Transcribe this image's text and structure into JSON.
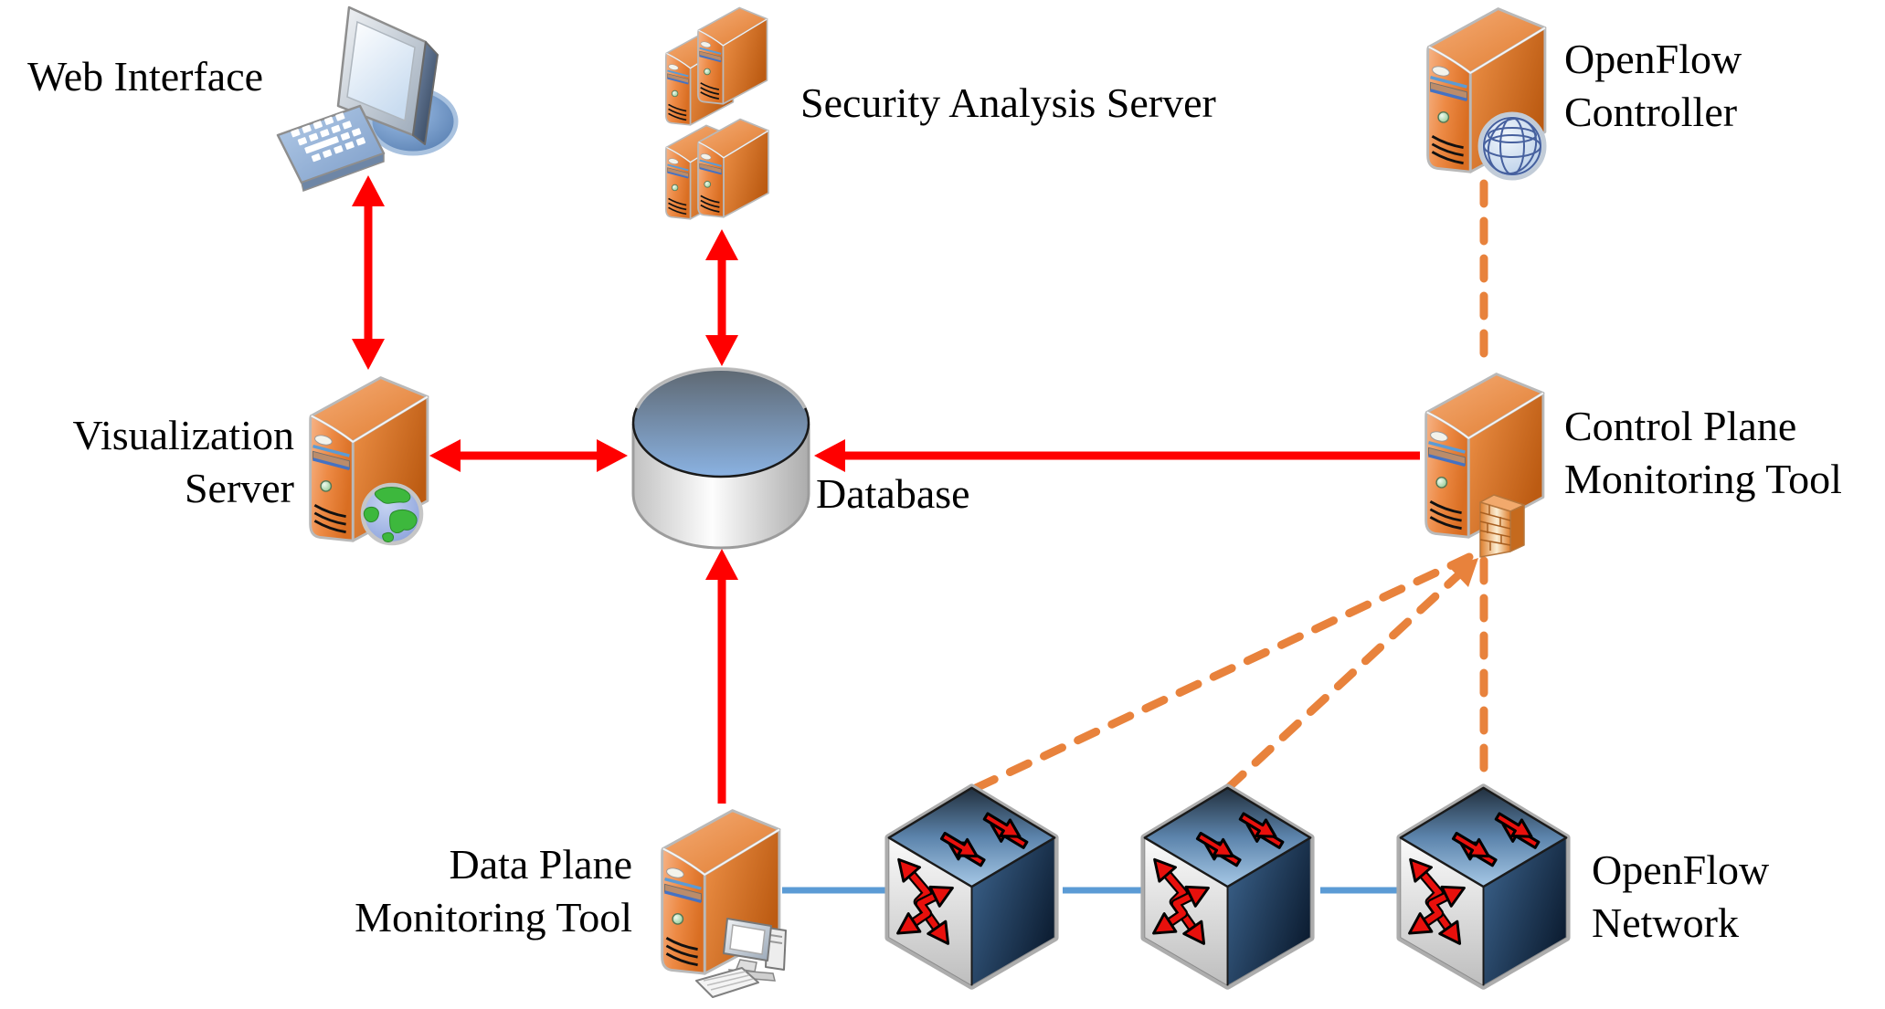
{
  "diagram": {
    "title_hint": "SDN security monitoring architecture diagram",
    "nodes": {
      "web_interface": {
        "label": "Web Interface",
        "icon": "desktop-computer-icon"
      },
      "security_analysis_server": {
        "label": "Security Analysis Server",
        "icon": "server-cluster-icon"
      },
      "openflow_controller": {
        "line1": "OpenFlow",
        "line2": "Controller",
        "icon": "server-globe-wireframe-icon"
      },
      "visualization_server": {
        "line1": "Visualization",
        "line2": "Server",
        "icon": "server-earth-globe-icon"
      },
      "database": {
        "label": "Database",
        "icon": "database-cylinder-icon"
      },
      "control_plane_monitoring_tool": {
        "line1": "Control Plane",
        "line2": "Monitoring Tool",
        "icon": "server-firewall-icon"
      },
      "data_plane_monitoring_tool": {
        "line1": "Data Plane",
        "line2": "Monitoring Tool",
        "icon": "server-workstation-icon"
      },
      "openflow_network": {
        "line1": "OpenFlow",
        "line2": "Network",
        "icon": "switch-cube-icon",
        "switch_count": 3
      }
    },
    "edges": [
      {
        "from": "web_interface",
        "to": "visualization_server",
        "style": "solid",
        "color": "red",
        "arrows": "both"
      },
      {
        "from": "security_analysis_server",
        "to": "database",
        "style": "solid",
        "color": "red",
        "arrows": "both"
      },
      {
        "from": "visualization_server",
        "to": "database",
        "style": "solid",
        "color": "red",
        "arrows": "both"
      },
      {
        "from": "control_plane_monitoring_tool",
        "to": "database",
        "style": "solid",
        "color": "red",
        "arrows": "to"
      },
      {
        "from": "data_plane_monitoring_tool",
        "to": "database",
        "style": "solid",
        "color": "red",
        "arrows": "to"
      },
      {
        "from": "openflow_controller",
        "to": "control_plane_monitoring_tool",
        "style": "dashed",
        "color": "orange",
        "arrows": "none"
      },
      {
        "from": "control_plane_monitoring_tool",
        "to": "switch_1",
        "style": "dashed",
        "color": "orange",
        "arrows": "none"
      },
      {
        "from": "switch_2",
        "to": "control_plane_monitoring_tool",
        "style": "dashed",
        "color": "orange",
        "arrows": "to"
      },
      {
        "from": "control_plane_monitoring_tool",
        "to": "switch_3",
        "style": "dashed",
        "color": "orange",
        "arrows": "none"
      },
      {
        "from": "data_plane_monitoring_tool",
        "to": "switch_1",
        "style": "solid",
        "color": "blue",
        "arrows": "none"
      },
      {
        "from": "switch_1",
        "to": "switch_2",
        "style": "solid",
        "color": "blue",
        "arrows": "none"
      },
      {
        "from": "switch_2",
        "to": "switch_3",
        "style": "solid",
        "color": "blue",
        "arrows": "none"
      }
    ],
    "colors": {
      "red_arrow": "#FF0000",
      "orange_dashed": "#E8823C",
      "blue_link": "#5B9BD5",
      "server_orange": "#ED8A45",
      "switch_navy": "#16293F",
      "database_top_blue": "#84AEDD",
      "text": "#000000",
      "background": "#FFFFFF"
    }
  }
}
